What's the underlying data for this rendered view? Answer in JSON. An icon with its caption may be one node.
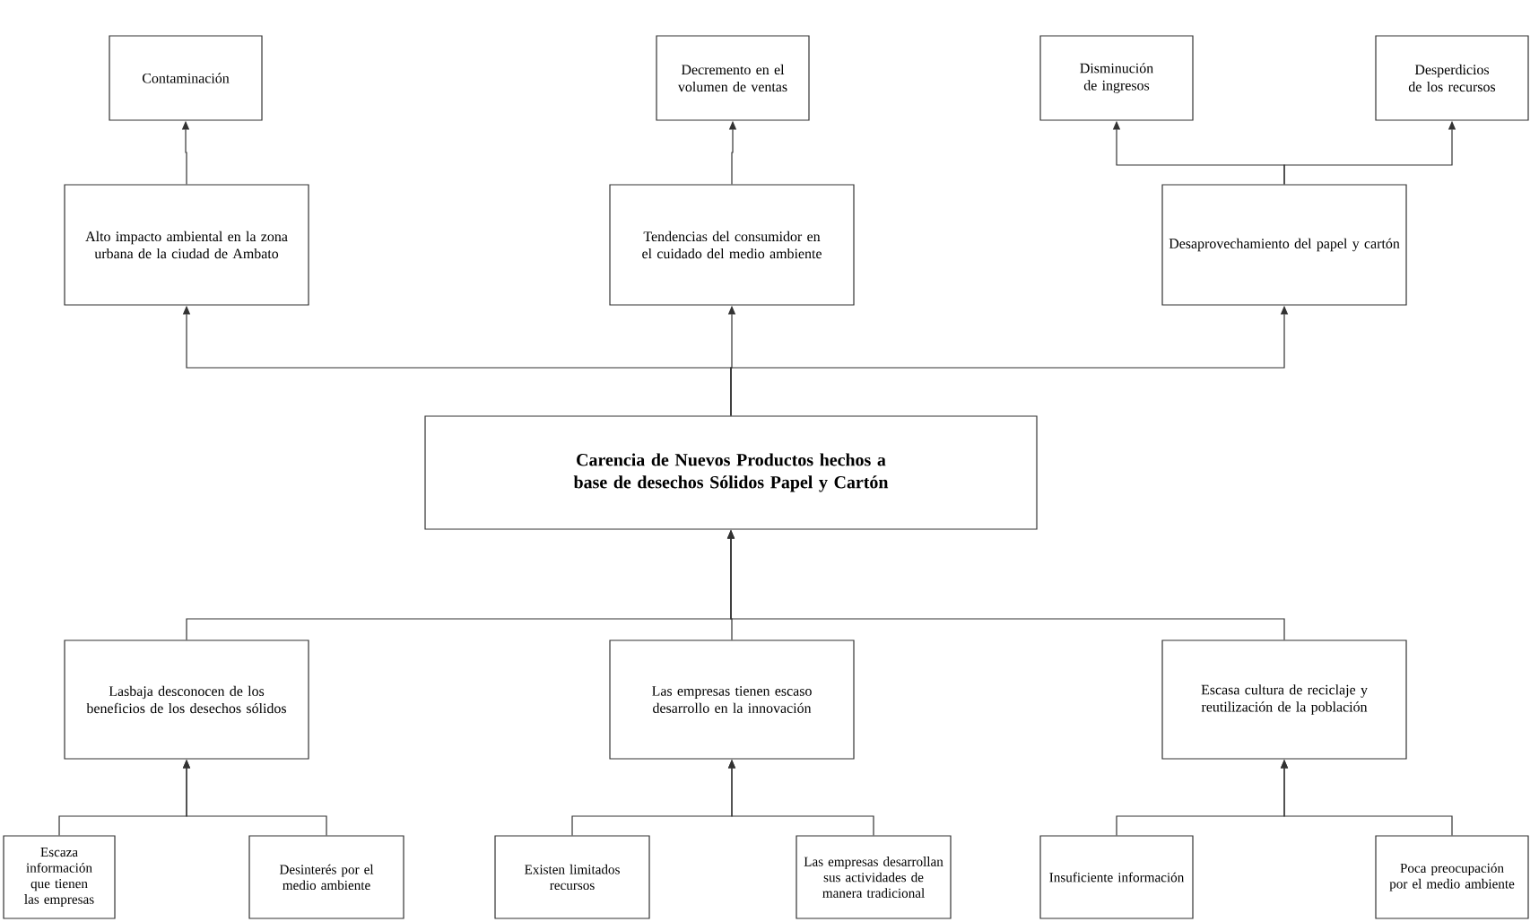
{
  "diagram": {
    "nodes": [
      {
        "text": [
          "Contaminación"
        ]
      },
      {
        "text": [
          "Decremento en el volumen de ventas"
        ]
      },
      {
        "text": [
          "Disminución de ingresos"
        ]
      },
      {
        "text": [
          "Desperdicios de los recursos"
        ]
      },
      {
        "text": [
          "Alto impacto ambiental en la zona urbana de la ciudad de Ambato"
        ]
      },
      {
        "text": [
          "Tendencias del consumidor en el cuidado del medio ambiente"
        ]
      },
      {
        "text": [
          "Desaprovechamiento del papel y cartón"
        ]
      },
      {
        "text": [
          "Carencia de Nuevos Productos hechos a base de desechos Sólidos Papel y Cartón"
        ]
      },
      {
        "text": [
          "Lasbaja desconocen de los beneficios de los desechos sólidos"
        ]
      },
      {
        "text": [
          "Las empresas tienen escaso desarrollo en la innovación"
        ]
      },
      {
        "text": [
          "Escasa cultura de reciclaje y reutilización de la población"
        ]
      },
      {
        "text": [
          "Escaza información que tienen las empresas"
        ]
      },
      {
        "text": [
          "Desinterés por el medio ambiente"
        ]
      },
      {
        "text": [
          "Existen limitados recursos"
        ]
      },
      {
        "text": [
          "Las empresas desarrollan sus actividades de manera tradicional"
        ]
      },
      {
        "text": [
          "Insuficiente información"
        ]
      },
      {
        "text": [
          "Poca preocupación por el medio ambiente"
        ]
      }
    ],
    "edges": [
      {
        "from": 4,
        "to": 0,
        "arrow": "to"
      },
      {
        "from": 5,
        "to": 1,
        "arrow": "to"
      },
      {
        "from": 6,
        "to": 2,
        "arrow": "to"
      },
      {
        "from": 6,
        "to": 3,
        "arrow": "to"
      },
      {
        "from": 7,
        "to": 4,
        "arrow": "to"
      },
      {
        "from": 7,
        "to": 5,
        "arrow": "to"
      },
      {
        "from": 7,
        "to": 6,
        "arrow": "to"
      },
      {
        "from": 8,
        "to": 7,
        "arrow": "to"
      },
      {
        "from": 9,
        "to": 7,
        "arrow": "to"
      },
      {
        "from": 10,
        "to": 7,
        "arrow": "to"
      },
      {
        "from": 11,
        "to": 8,
        "arrow": "to"
      },
      {
        "from": 12,
        "to": 8,
        "arrow": "to"
      },
      {
        "from": 13,
        "to": 9,
        "arrow": "to"
      },
      {
        "from": 14,
        "to": 9,
        "arrow": "to"
      },
      {
        "from": 15,
        "to": 10,
        "arrow": "to"
      },
      {
        "from": 16,
        "to": 10,
        "arrow": "to"
      }
    ]
  }
}
